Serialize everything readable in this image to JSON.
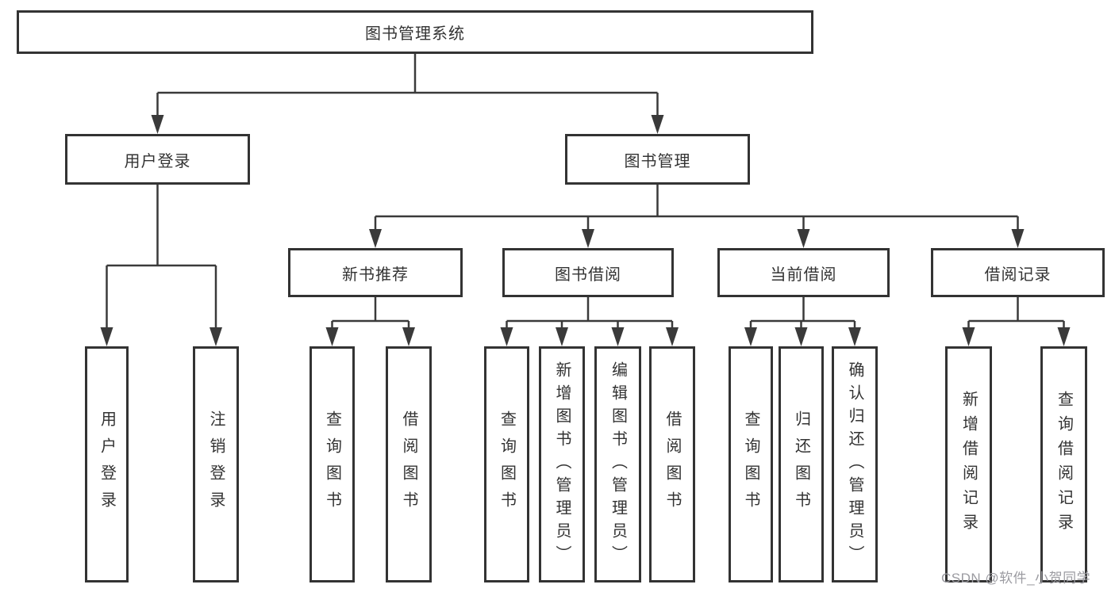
{
  "diagram": {
    "root": {
      "label": "图书管理系统"
    },
    "level2": [
      {
        "label": "用户登录"
      },
      {
        "label": "图书管理"
      }
    ],
    "level3": [
      {
        "label": "新书推荐"
      },
      {
        "label": "图书借阅"
      },
      {
        "label": "当前借阅"
      },
      {
        "label": "借阅记录"
      }
    ],
    "leaves": {
      "user_login": [
        {
          "label": "用户登录"
        },
        {
          "label": "注销登录"
        }
      ],
      "new_book": [
        {
          "label": "查询图书"
        },
        {
          "label": "借阅图书"
        }
      ],
      "book_borrow": [
        {
          "label": "查询图书"
        },
        {
          "label": "新增图书（管理员）"
        },
        {
          "label": "编辑图书（管理员）"
        },
        {
          "label": "借阅图书"
        }
      ],
      "current_borrow": [
        {
          "label": "查询图书"
        },
        {
          "label": "归还图书"
        },
        {
          "label": "确认归还（管理员）"
        }
      ],
      "borrow_record": [
        {
          "label": "新增借阅记录"
        },
        {
          "label": "查询借阅记录"
        }
      ]
    },
    "watermark": "CSDN @软件_小贺同学"
  }
}
